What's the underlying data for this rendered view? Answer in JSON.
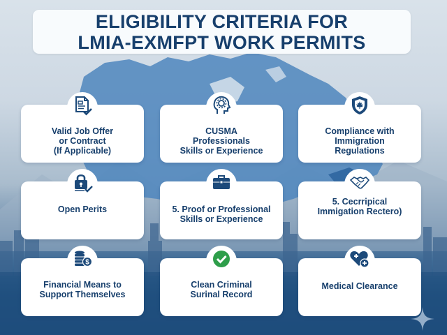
{
  "title": {
    "line1": "ELIGIBILITY CRITERIA FOR",
    "line2": "LMIA-EXMFPT WORK PERMITS"
  },
  "colors": {
    "primary_text": "#173f6c",
    "icon_blue": "#1d4a7a",
    "check_green": "#2e9e4a",
    "bottom_bg": "#1c4a78"
  },
  "cards": [
    {
      "icon": "document-check-icon",
      "lines": [
        "Valid Job Offer",
        "or Contract",
        "(If Applicable)"
      ]
    },
    {
      "icon": "head-gear-icon",
      "lines": [
        "CUSMA",
        "Professionals",
        "Skills or Experience"
      ]
    },
    {
      "icon": "maple-leaf-shield-icon",
      "lines": [
        "Compliance with",
        "Immigration",
        "Regulations"
      ]
    },
    {
      "icon": "padlock-check-icon",
      "lines": [
        "Open Perits"
      ]
    },
    {
      "icon": "briefcase-icon",
      "lines": [
        "5. Proof or Professional",
        "Skills or Experience"
      ]
    },
    {
      "icon": "handshake-icon",
      "lines": [
        "5. Cecrripical",
        "Immigation Rectero)"
      ]
    },
    {
      "icon": "coins-dollar-icon",
      "lines": [
        "Financial Means to",
        "Support Themselves"
      ]
    },
    {
      "icon": "green-check-icon",
      "lines": [
        "Clean Criminal",
        "Surinal Record"
      ]
    },
    {
      "icon": "heart-plus-icon",
      "lines": [
        "Medical Clearance"
      ]
    }
  ]
}
